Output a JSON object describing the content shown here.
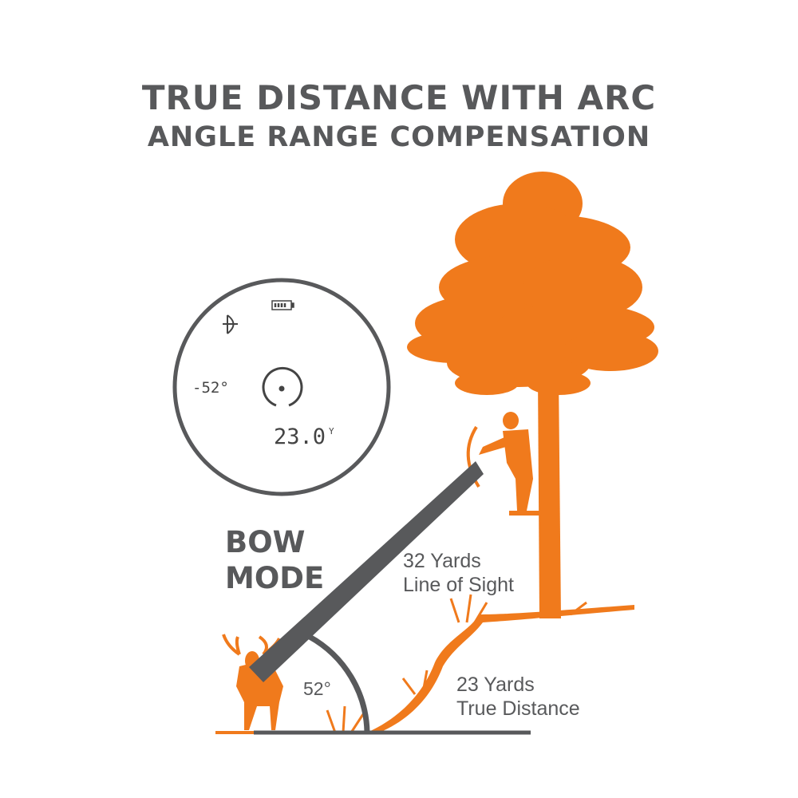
{
  "title": {
    "line1": "TRUE DISTANCE WITH ARC",
    "line2": "ANGLE RANGE COMPENSATION"
  },
  "display": {
    "angle": "-52°",
    "distance": "23.0",
    "unit": "Y",
    "mode_icon": "bow-icon",
    "battery_icon": "battery-icon"
  },
  "mode": {
    "line1": "BOW",
    "line2": "MODE"
  },
  "line_of_sight": {
    "line1": "32 Yards",
    "line2": "Line of Sight"
  },
  "true_distance": {
    "line1": "23 Yards",
    "line2": "True Distance"
  },
  "angle_label": "52°",
  "colors": {
    "orange": "#f07a1c",
    "gray": "#58595b"
  }
}
